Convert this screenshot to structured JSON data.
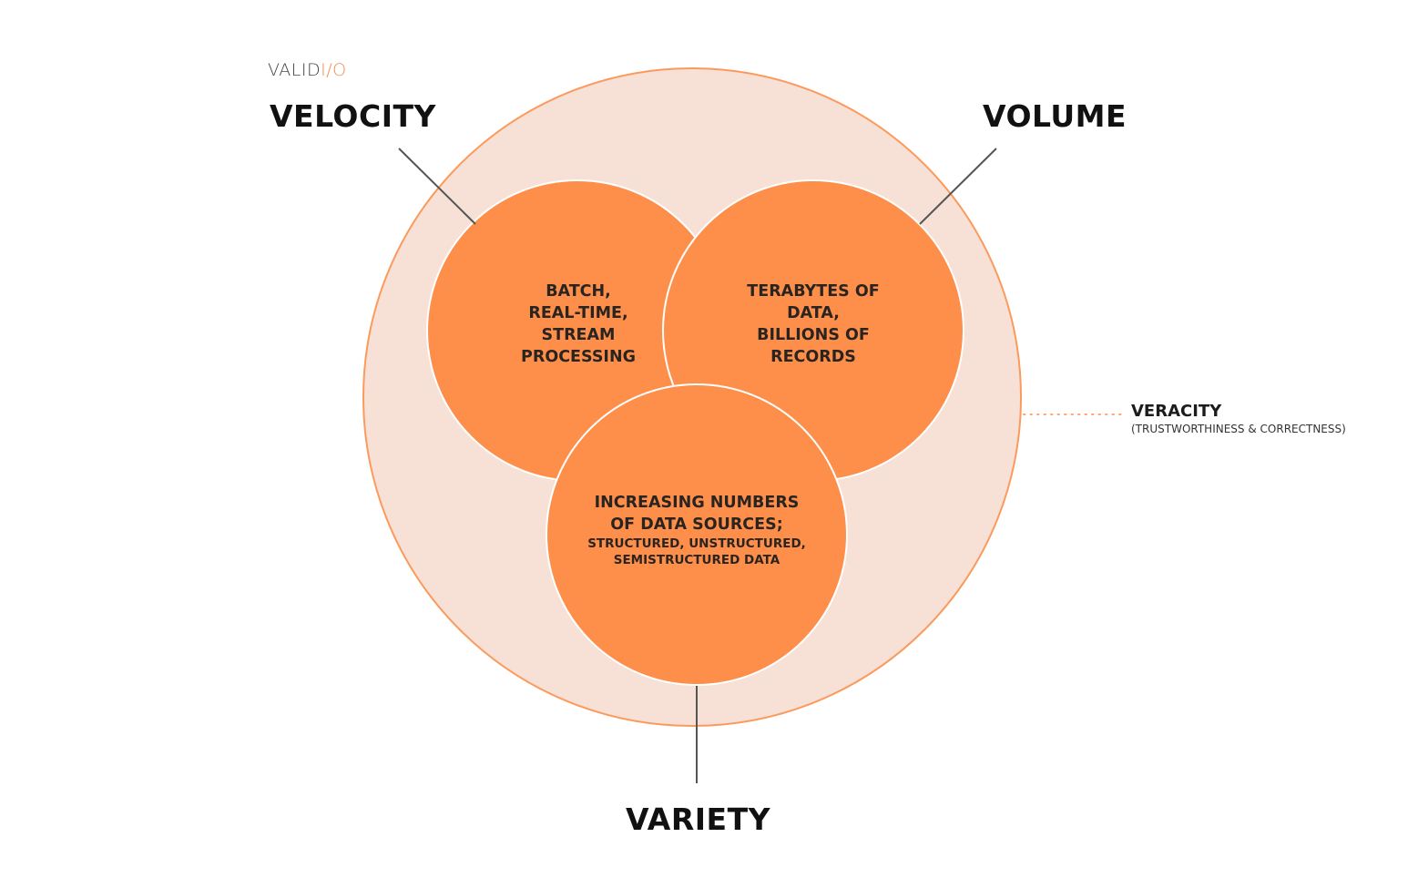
{
  "brand": {
    "logo_main": "VALID",
    "logo_accent": "I/O"
  },
  "colors": {
    "outer_fill": "#f7e1d6",
    "outer_stroke": "#fb9a5c",
    "inner_fill": "#fe8f4b",
    "inner_stroke": "#ffffff",
    "leader_line": "#555555",
    "veracity_dots": "#fba777"
  },
  "labels": {
    "velocity": "VELOCITY",
    "volume": "VOLUME",
    "variety": "VARIETY",
    "veracity": "VERACITY",
    "veracity_sub": "(TRUSTWORTHINESS & CORRECTNESS)"
  },
  "circles": {
    "velocity": {
      "lines": [
        "BATCH,",
        "REAL-TIME,",
        "STREAM",
        "PROCESSING"
      ]
    },
    "volume": {
      "lines": [
        "TERABYTES OF",
        "DATA,",
        "BILLIONS OF",
        "RECORDS"
      ]
    },
    "variety": {
      "lines": [
        "INCREASING NUMBERS",
        "OF DATA SOURCES;"
      ],
      "small_lines": [
        "STRUCTURED, UNSTRUCTURED,",
        "SEMISTRUCTURED DATA"
      ]
    }
  }
}
